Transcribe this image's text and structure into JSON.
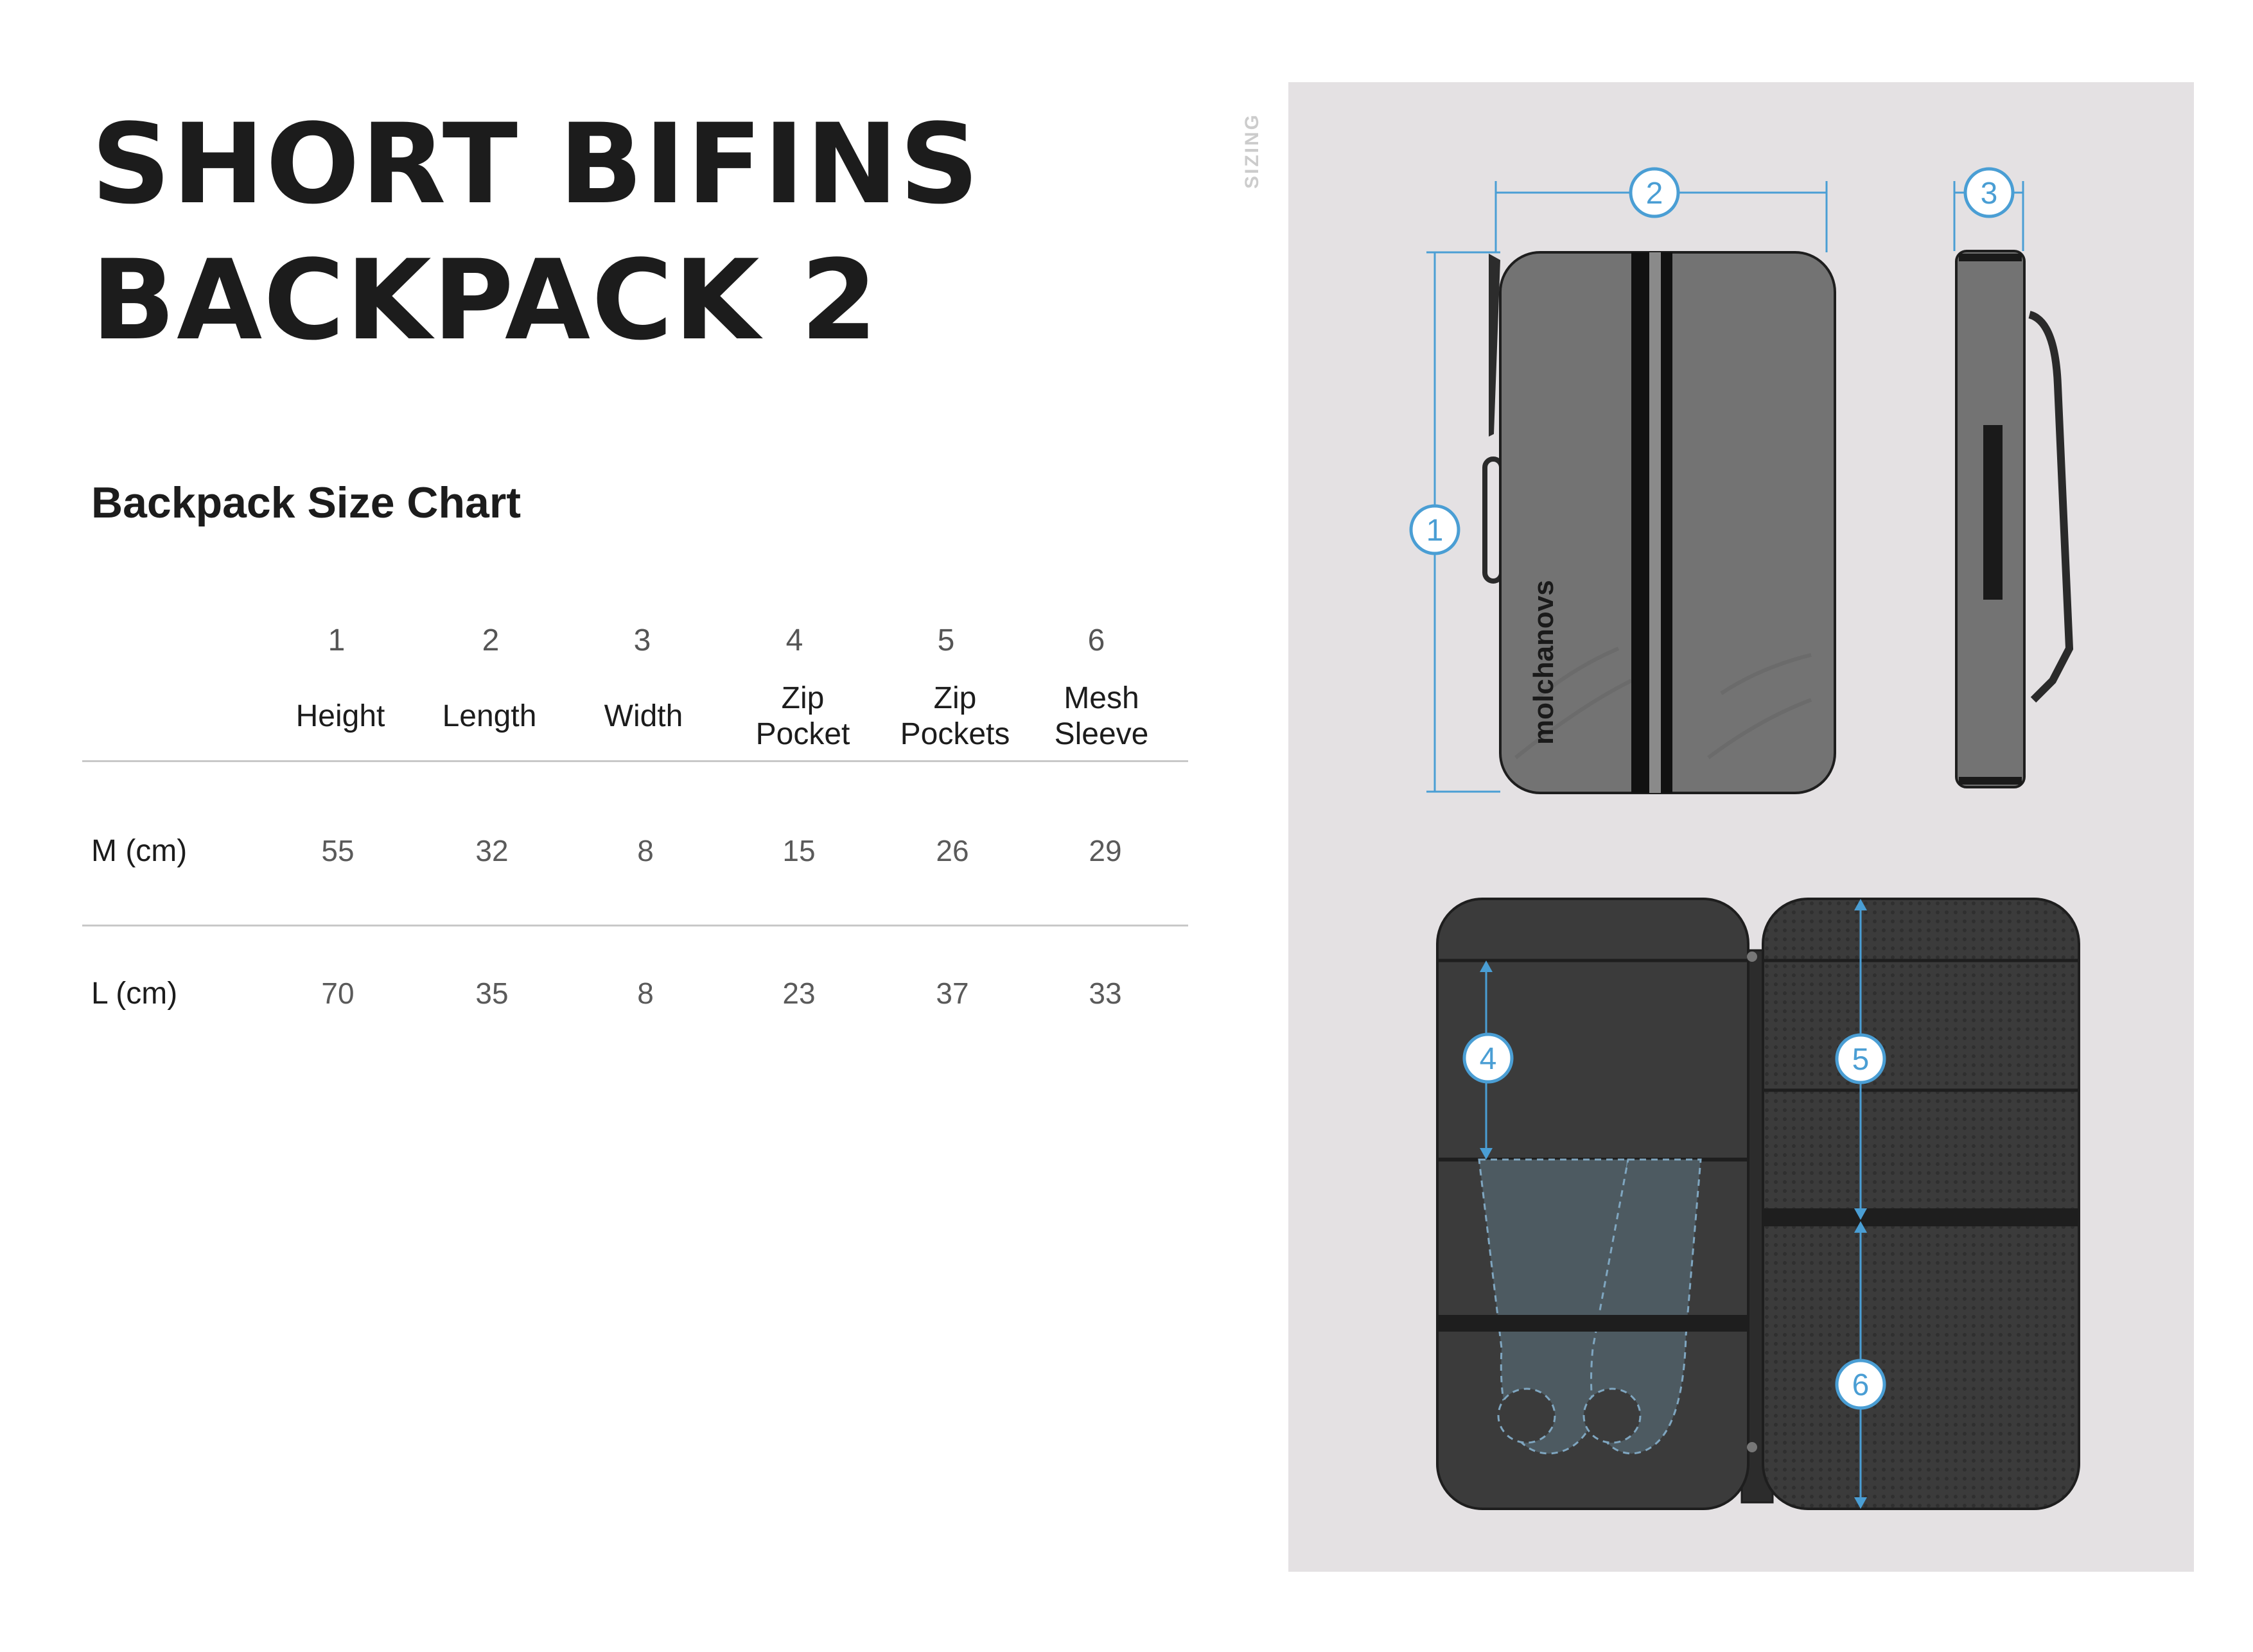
{
  "title": {
    "line1": "SHORT BIFINS",
    "line2": "BACKPACK 2"
  },
  "subtitle": "Backpack Size Chart",
  "side_label": "SIZING",
  "table": {
    "columns": [
      {
        "number": "1",
        "label_lines": [
          "Height"
        ]
      },
      {
        "number": "2",
        "label_lines": [
          "Length"
        ]
      },
      {
        "number": "3",
        "label_lines": [
          "Width"
        ]
      },
      {
        "number": "4",
        "label_lines": [
          "Zip",
          "Pocket"
        ]
      },
      {
        "number": "5",
        "label_lines": [
          "Zip",
          "Pockets"
        ]
      },
      {
        "number": "6",
        "label_lines": [
          "Mesh",
          "Sleeve"
        ]
      }
    ],
    "rows": [
      {
        "label": "M (cm)",
        "values": [
          "55",
          "32",
          "8",
          "15",
          "26",
          "29"
        ]
      },
      {
        "label": "L (cm)",
        "values": [
          "70",
          "35",
          "8",
          "23",
          "37",
          "33"
        ]
      }
    ]
  },
  "illustration": {
    "brand": "molchanovs",
    "markers": [
      "1",
      "2",
      "3",
      "4",
      "5",
      "6"
    ],
    "colors": {
      "panel_bg": "#e4e1e3",
      "accent": "#4a9ed4",
      "bag_exterior": "#737373",
      "bag_interior": "#3b3b3b",
      "fins": "#4d5a61"
    }
  }
}
